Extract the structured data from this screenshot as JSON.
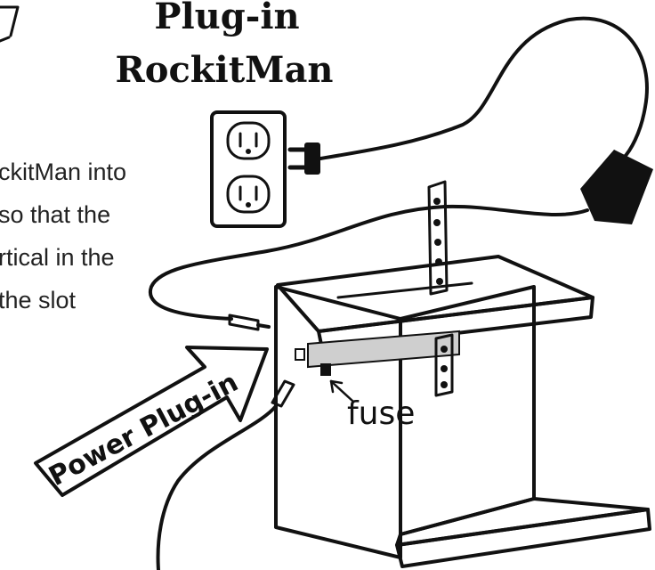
{
  "title": {
    "line1": "Plug-in",
    "line2": "RockitMan"
  },
  "instructions": {
    "line1": "ckitMan into",
    "line2": "so that the",
    "line3": "rtical in the",
    "line4": "the slot"
  },
  "labels": {
    "arrow": "Power Plug-in",
    "fuse": "fuse"
  },
  "colors": {
    "ink": "#111111",
    "rail": "#cfcfcf",
    "background": "#ffffff"
  }
}
